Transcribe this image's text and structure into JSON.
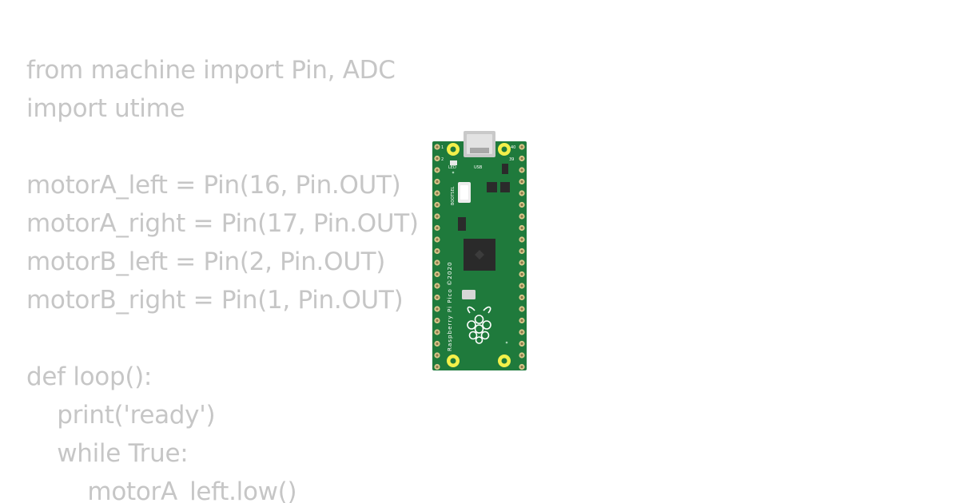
{
  "code": {
    "lines": [
      "from machine import Pin, ADC",
      "import utime",
      "",
      "motorA_left = Pin(16, Pin.OUT)",
      "motorA_right = Pin(17, Pin.OUT)",
      "motorB_left = Pin(2, Pin.OUT)",
      "motorB_right = Pin(1, Pin.OUT)",
      "",
      "def loop():",
      "    print('ready')",
      "    while True:",
      "        motorA_left.low()"
    ],
    "text_color": "#c6c6c6"
  },
  "board": {
    "pin_1_label": "1",
    "pin_2_label": "2",
    "pin_39_label": "39",
    "pin_40_label": "40",
    "led_label": "LED",
    "usb_label": "USB",
    "bootsel_label": "BOOTSEL",
    "vertical_label": "Raspberry Pi Pico ©2020",
    "pcb_color": "#1f7a3c",
    "pad_color": "#f3f04a",
    "logo": "raspberry-logo"
  }
}
